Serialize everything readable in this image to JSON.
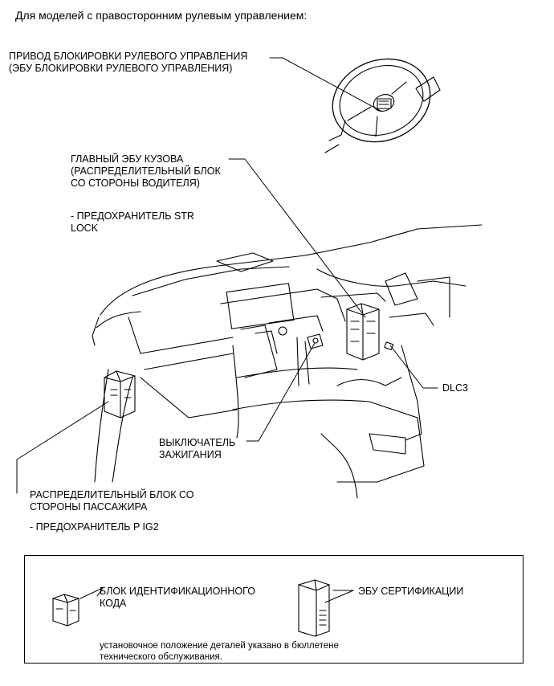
{
  "heading": "Для моделей с правосторонним рулевым управлением:",
  "labels": {
    "steering_lock": "ПРИВОД БЛОКИРОВКИ РУЛЕВОГО УПРАВЛЕНИЯ\n(ЭБУ БЛОКИРОВКИ РУЛЕВОГО УПРАВЛЕНИЯ)",
    "main_body_ecu": "ГЛАВНЫЙ ЭБУ КУЗОВА\n(РАСПРЕДЕЛИТЕЛЬНЫЙ БЛОК\nСО СТОРОНЫ ВОДИТЕЛЯ)",
    "main_body_fuse": "- ПРЕДОХРАНИТЕЛЬ STR\nLOCK",
    "dlc3": "DLC3",
    "ignition_switch": "ВЫКЛЮЧАТЕЛЬ\nЗАЖИГАНИЯ",
    "passenger_jb": "РАСПРЕДЕЛИТЕЛЬНЫЙ БЛОК СО\nСТОРОНЫ ПАССАЖИРА",
    "passenger_fuse": "- ПРЕДОХРАНИТЕЛЬ P IG2"
  },
  "legend": {
    "id_code_box": "БЛОК ИДЕНТИФИКАЦИОННОГО\nКОДА",
    "certification_ecu": "ЭБУ СЕРТИФИКАЦИИ",
    "note": "установочное положение деталей указано в бюллетене\nтехнического обслуживания."
  }
}
